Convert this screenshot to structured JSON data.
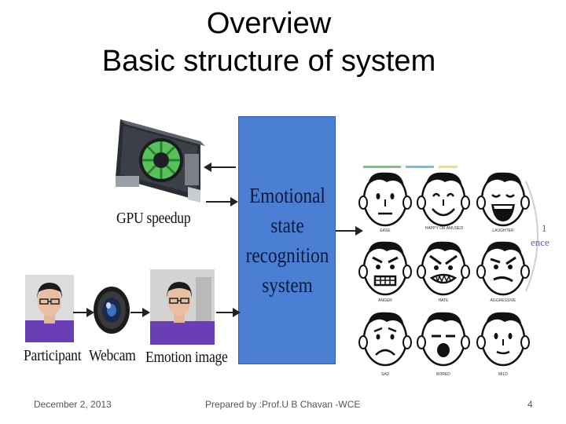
{
  "slide": {
    "title": "Overview",
    "subtitle": "Basic structure of system"
  },
  "diagram": {
    "center_box": {
      "lines": [
        "Emotional",
        "state",
        "recognition",
        "system"
      ],
      "color": "#4a7fd4"
    },
    "gpu_label": "GPU speedup",
    "participant_label": "Participant",
    "webcam_label": "Webcam",
    "emotion_image_label": "Emotion image",
    "partial_text": "ence",
    "partial_number": "1",
    "faces": [
      {
        "caption": "EASE",
        "expression": "neutral"
      },
      {
        "caption": "HAPPY OR AMUSED",
        "expression": "happy"
      },
      {
        "caption": "LAUGHTER",
        "expression": "laughter"
      },
      {
        "caption": "ANGER",
        "expression": "anger"
      },
      {
        "caption": "HATE",
        "expression": "hate"
      },
      {
        "caption": "AGGRESSIVE",
        "expression": "aggressive"
      },
      {
        "caption": "SAD",
        "expression": "sad"
      },
      {
        "caption": "BORED",
        "expression": "bored"
      },
      {
        "caption": "MILD",
        "expression": "mild"
      }
    ]
  },
  "footer": {
    "date": "December 2, 2013",
    "credit": "Prepared by :Prof.U B Chavan -WCE",
    "page": "4"
  }
}
